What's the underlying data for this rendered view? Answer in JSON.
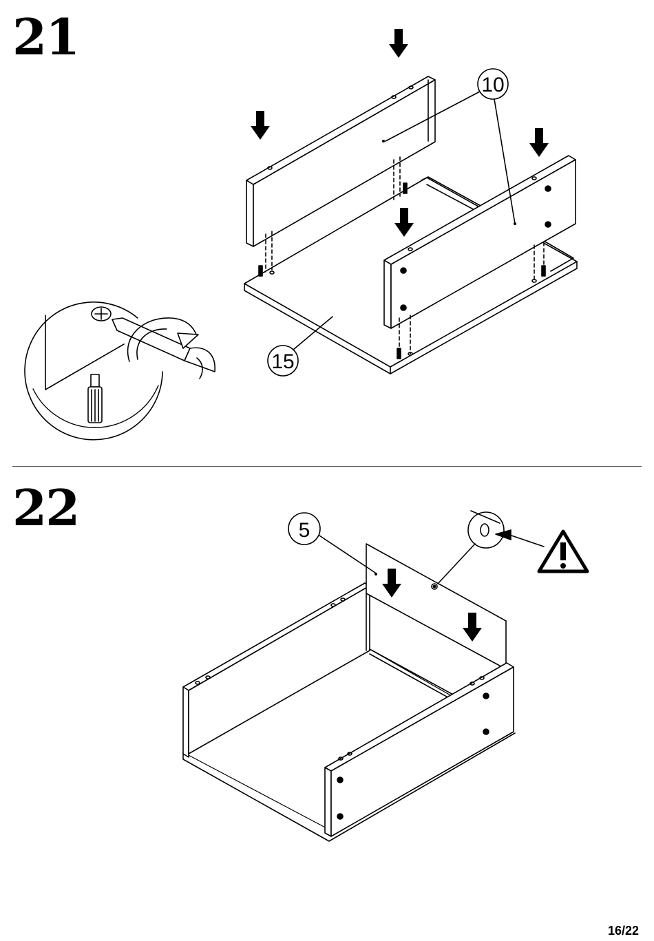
{
  "page": {
    "number": "16/22"
  },
  "steps": [
    {
      "number": "21",
      "parts": [
        "10",
        "15"
      ]
    },
    {
      "number": "22",
      "parts": [
        "5"
      ]
    }
  ],
  "icons": {
    "down_arrow": "down-arrow-icon",
    "warning": "warning-icon",
    "screwdriver": "screwdriver-icon",
    "rotation": "rotate-clockwise-icon"
  }
}
